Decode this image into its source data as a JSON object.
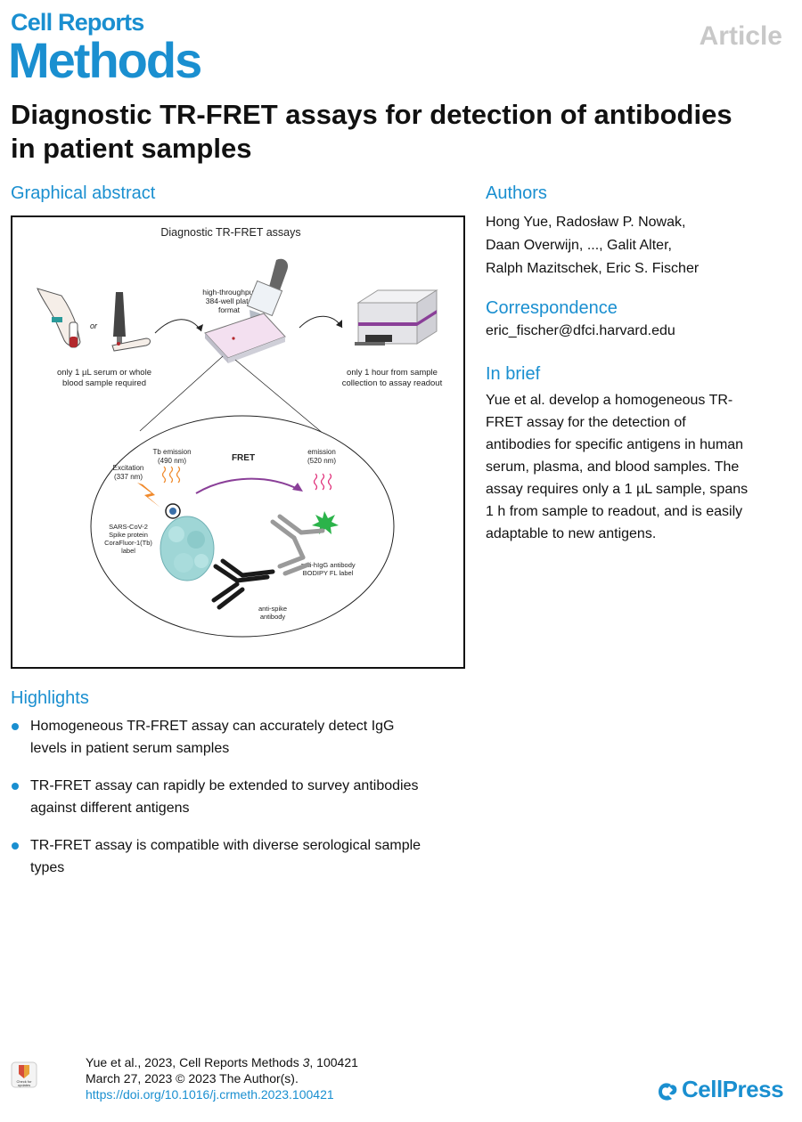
{
  "header": {
    "journal_line1": "Cell Reports",
    "journal_line2": "Methods",
    "article_type": "Article"
  },
  "title": "Diagnostic TR-FRET assays for detection of antibodies in patient samples",
  "graphical_abstract": {
    "heading": "Graphical abstract",
    "figure_title": "Diagnostic TR-FRET assays",
    "or_label": "or",
    "plate_label": [
      "high-throughput",
      "384-well plate",
      "format"
    ],
    "sample_label": [
      "only 1 µL serum or whole",
      "blood sample required"
    ],
    "time_label": [
      "only 1 hour from sample",
      "collection to assay readout"
    ],
    "excitation_label": [
      "Excitation",
      "(337 nm)"
    ],
    "tb_emission_label": [
      "Tb emission",
      "(490 nm)"
    ],
    "fret_label": "FRET",
    "emission_label": [
      "emission",
      "(520 nm)"
    ],
    "spike_label": [
      "SARS-CoV-2",
      "Spike protein",
      "CoraFluor-1(Tb)",
      "label"
    ],
    "anti_igg_label": [
      "anti-hIgG antibody",
      "BODIPY FL label"
    ],
    "anti_spike_label": [
      "anti-spike",
      "antibody"
    ],
    "colors": {
      "spike": "#9fd6d6",
      "tb_wave": "#f08a2c",
      "fret_arrow": "#8a3f98",
      "green_star": "#2bb34a",
      "emission_wave": "#e0307a",
      "lightning": "#f08a2c"
    }
  },
  "authors": {
    "heading": "Authors",
    "line1": "Hong Yue, Radosław P. Nowak,",
    "line2": "Daan Overwijn, ..., Galit Alter,",
    "line3": "Ralph Mazitschek, Eric S. Fischer"
  },
  "correspondence": {
    "heading": "Correspondence",
    "email": "eric_fischer@dfci.harvard.edu"
  },
  "in_brief": {
    "heading": "In brief",
    "lines": [
      "Yue et al. develop a homogeneous TR-",
      "FRET assay for the detection of",
      "antibodies for specific antigens in human",
      "serum, plasma, and blood samples. The",
      "assay requires only a 1 µL sample, spans",
      "1 h from sample to readout, and is easily",
      "adaptable to new antigens."
    ]
  },
  "highlights": {
    "heading": "Highlights",
    "items": [
      [
        "Homogeneous TR-FRET assay can accurately detect IgG",
        "levels in patient serum samples"
      ],
      [
        "TR-FRET assay can rapidly be extended to survey antibodies",
        "against different antigens"
      ],
      [
        "TR-FRET assay is compatible with diverse serological sample",
        "types"
      ]
    ]
  },
  "footer": {
    "citation_pre": "Yue et al., 2023, Cell Reports Methods ",
    "citation_volume": "3",
    "citation_post": ", 100421",
    "date": "March 27, 2023 © 2023 The Author(s).",
    "doi": "https://doi.org/10.1016/j.crmeth.2023.100421",
    "badge_text": [
      "Check for",
      "updates"
    ],
    "publisher": "CellPress"
  }
}
